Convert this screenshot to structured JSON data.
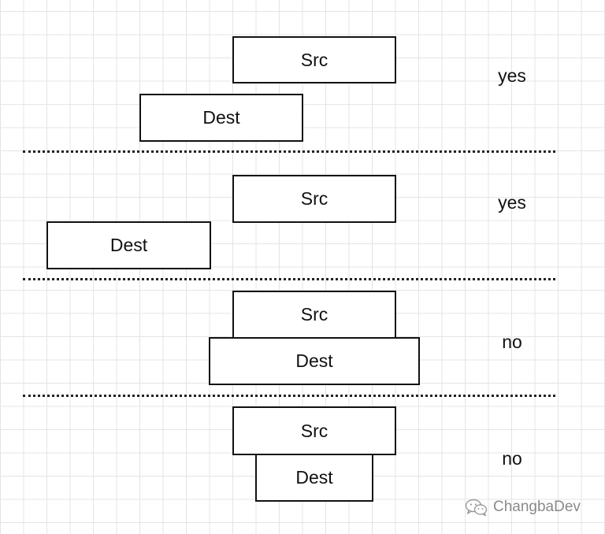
{
  "rows": [
    {
      "src": "Src",
      "dest": "Dest",
      "answer": "yes"
    },
    {
      "src": "Src",
      "dest": "Dest",
      "answer": "yes"
    },
    {
      "src": "Src",
      "dest": "Dest",
      "answer": "no"
    },
    {
      "src": "Src",
      "dest": "Dest",
      "answer": "no"
    }
  ],
  "watermark": {
    "text": "ChangbaDev",
    "icon": "wechat-icon"
  },
  "colors": {
    "stroke": "#111111",
    "grid": "#e4e4e4",
    "watermark": "#8a8a8a"
  }
}
